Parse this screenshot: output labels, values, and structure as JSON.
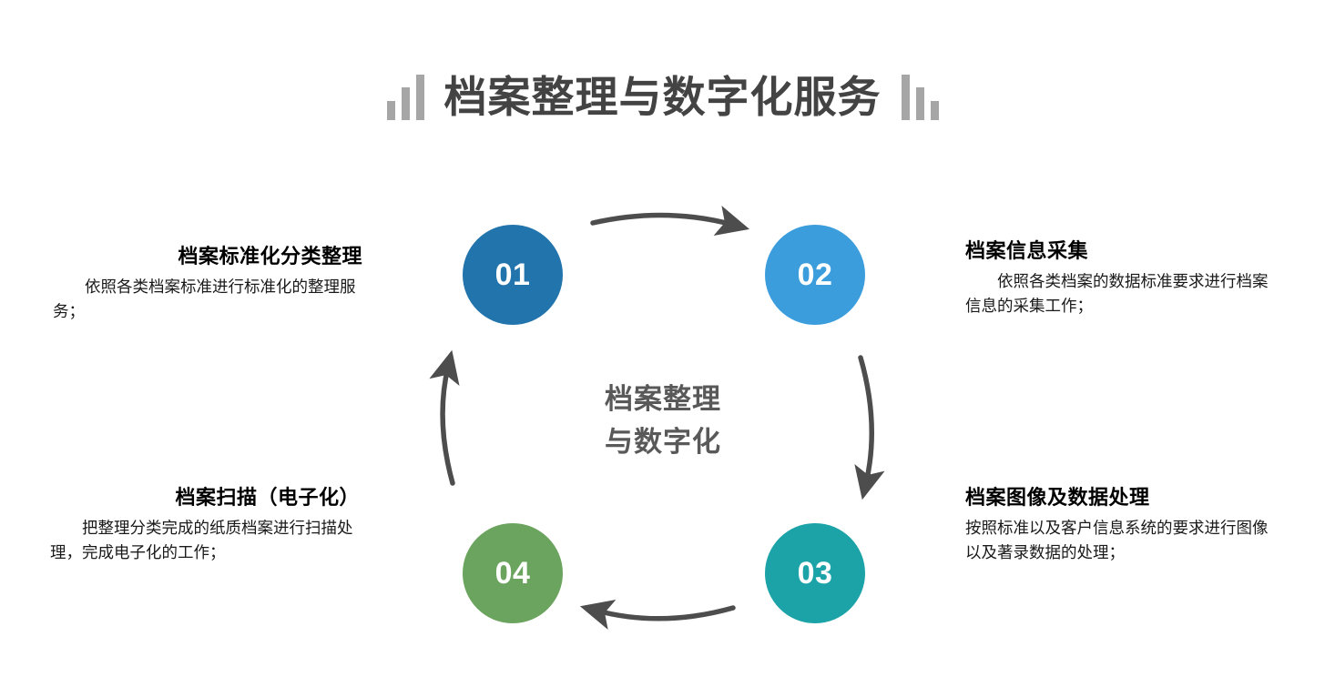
{
  "page": {
    "title": "档案整理与数字化服务",
    "background": "#ffffff"
  },
  "header": {
    "title": "档案整理与数字化服务",
    "title_color": "#434343",
    "decoration_color": "#a6a6a6",
    "left_decoration": "ascending-bars-icon",
    "right_decoration": "descending-bars-icon"
  },
  "diagram": {
    "type": "cycle",
    "center_line1": "档案整理",
    "center_line2": "与数字化",
    "center_color": "#595959",
    "arrow_color": "#4d4d4d",
    "arrows": [
      {
        "name": "arrow-top",
        "from": "01",
        "to": "02",
        "direction": "right"
      },
      {
        "name": "arrow-right",
        "from": "02",
        "to": "03",
        "direction": "down"
      },
      {
        "name": "arrow-bottom",
        "from": "03",
        "to": "04",
        "direction": "left"
      },
      {
        "name": "arrow-left",
        "from": "04",
        "to": "01",
        "direction": "up"
      }
    ],
    "steps": [
      {
        "number": "01",
        "color": "#2274ac",
        "heading": "档案标准化分类整理",
        "body": "依照各类档案标准进行标准化的整理服务；",
        "position": "top-left"
      },
      {
        "number": "02",
        "color": "#3c9ddd",
        "heading": "档案信息采集",
        "body": "依照各类档案的数据标准要求进行档案信息的采集工作；",
        "position": "top-right"
      },
      {
        "number": "03",
        "color": "#1ba3a8",
        "heading": "档案图像及数据处理",
        "body": "按照标准以及客户信息系统的要求进行图像以及著录数据的处理；",
        "position": "bottom-right"
      },
      {
        "number": "04",
        "color": "#6ba45e",
        "heading": "档案扫描（电子化）",
        "body": "把整理分类完成的纸质档案进行扫描处理，完成电子化的工作；",
        "position": "bottom-left"
      }
    ]
  }
}
